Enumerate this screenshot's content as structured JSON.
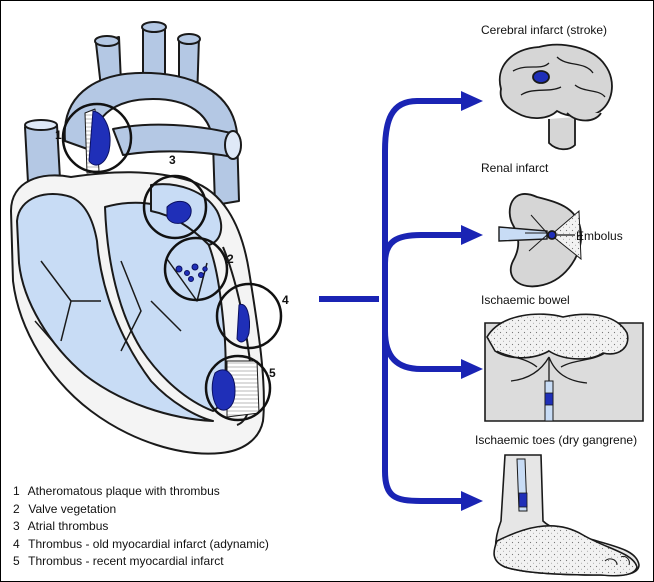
{
  "colors": {
    "chamber_fill": "#c8dcf5",
    "vessel_fill": "#b4c8e4",
    "clot_blue": "#1f2fb8",
    "arrow_blue": "#1a24b4",
    "tissue_fill": "#dcdcdc",
    "outline": "#1a1a1a"
  },
  "heart": {
    "circle_labels": [
      "1",
      "2",
      "3",
      "4",
      "5"
    ]
  },
  "legend": [
    {
      "num": "1",
      "text": "Atheromatous plaque with thrombus"
    },
    {
      "num": "2",
      "text": "Valve vegetation"
    },
    {
      "num": "3",
      "text": "Atrial thrombus"
    },
    {
      "num": "4",
      "text": "Thrombus - old myocardial infarct (adynamic)"
    },
    {
      "num": "5",
      "text": "Thrombus - recent myocardial infarct"
    }
  ],
  "outcomes": [
    {
      "label": "Cerebral infarct (stroke)",
      "icon": "brain-icon"
    },
    {
      "label": "Renal infarct",
      "icon": "kidney-icon"
    },
    {
      "label": "Ischaemic bowel",
      "icon": "bowel-icon"
    },
    {
      "label": "Ischaemic toes (dry gangrene)",
      "icon": "foot-icon"
    }
  ],
  "embolus_label": "Embolus"
}
